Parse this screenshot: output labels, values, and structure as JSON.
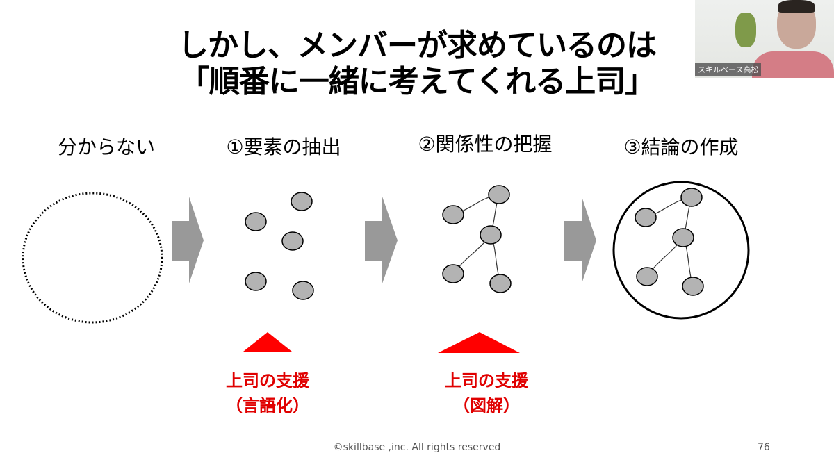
{
  "title": {
    "line1": "しかし、メンバーが求めているのは",
    "line2": "「順番に一緒に考えてくれる上司」"
  },
  "steps": [
    "分からない",
    "①要素の抽出",
    "②関係性の把握",
    "③結論の作成"
  ],
  "support": [
    {
      "line1": "上司の支援",
      "line2": "（言語化）"
    },
    {
      "line1": "上司の支援",
      "line2": "（図解）"
    }
  ],
  "footer": {
    "copyright": "©skillbase ,inc. All rights reserved",
    "page": "76"
  },
  "video": {
    "name": "スキルベース高松"
  },
  "colors": {
    "accent": "#e00000",
    "node": "#b3b3b3",
    "arrow": "#999999"
  }
}
